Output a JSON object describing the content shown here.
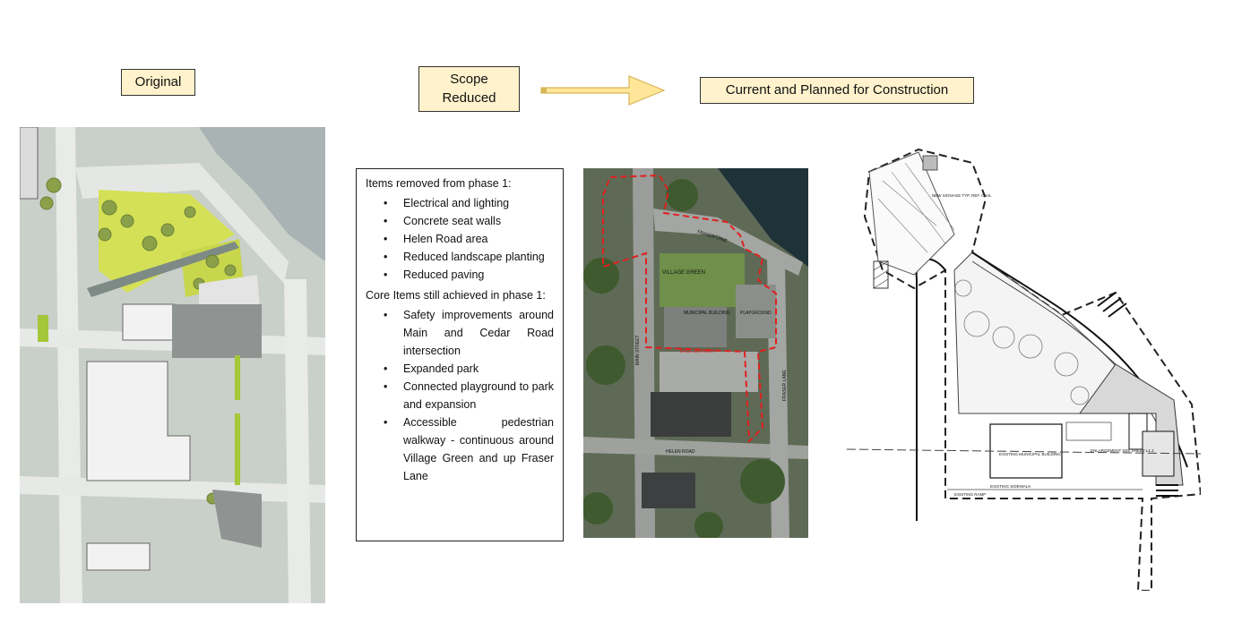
{
  "labels": {
    "original": "Original",
    "scope_line1": "Scope",
    "scope_line2": "Reduced",
    "current": "Current and Planned for Construction"
  },
  "removed": {
    "header": "Items removed from phase 1:",
    "items": [
      "Electrical and lighting",
      "Concrete seat walls",
      "Helen Road area",
      "Reduced landscape planting",
      "Reduced paving"
    ]
  },
  "core": {
    "header": "Core Items still achieved in phase 1:",
    "items": [
      "Safety improvements around Main and Cedar Road intersection",
      "Expanded park",
      "Connected playground to park and expansion",
      "Accessible pedestrian walkway - continuous around Village Green and up Fraser Lane"
    ]
  },
  "aerial_labels": {
    "village_green": "VILLAGE GREEN",
    "municipal_building": "MUNICIPAL BUILDING",
    "playground": "PLAYGROUND",
    "main_street": "MAIN STREET",
    "fraser_lane_top": "FRASER LANE",
    "fraser_lane_side": "FRASER LANE",
    "base_bid_area": "BASE BID AREA",
    "helen_road": "HELEN ROAD"
  },
  "plan_labels": {
    "new_signage": "NEW SIGNAGE TYP. REF. CIVIL",
    "existing_municipal": "EXISTING MUNICIPAL BUILDING",
    "enlargement": "ENLARGEMENT SEE SHEET L1.2",
    "existing_sidewalk": "EXISTING SIDEWALK",
    "existing_ramp": "EXISTING RAMP"
  },
  "colors": {
    "label_fill": "#fff2cc",
    "arrow_fill": "#ffe699",
    "arrow_stroke": "#d6b656",
    "boundary_red": "#e02020",
    "park_green": "#d4e157"
  }
}
